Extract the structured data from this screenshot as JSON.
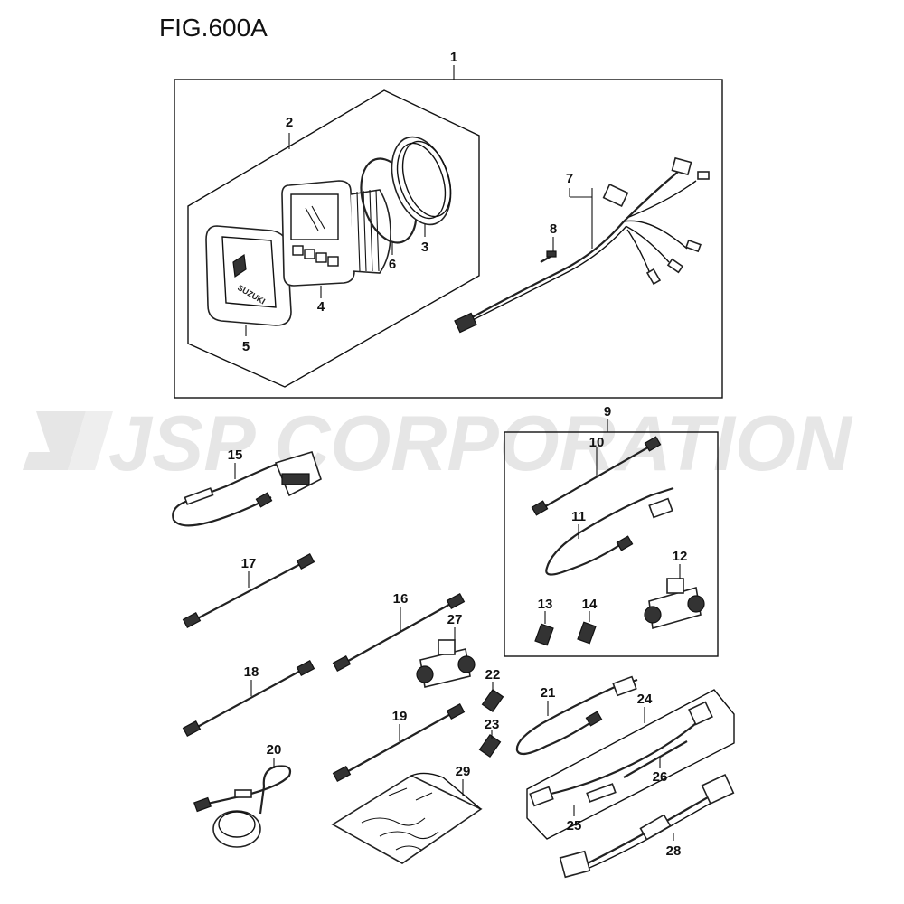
{
  "figure": {
    "title": "FIG.600A"
  },
  "watermark": {
    "text": "JSP CORPORATION"
  },
  "labels": {
    "p1": "1",
    "p2": "2",
    "p3": "3",
    "p4": "4",
    "p5": "5",
    "p6": "6",
    "p7": "7",
    "p8": "8",
    "p9": "9",
    "p10": "10",
    "p11": "11",
    "p12": "12",
    "p13": "13",
    "p14": "14",
    "p15": "15",
    "p16": "16",
    "p17": "17",
    "p18": "18",
    "p19": "19",
    "p20": "20",
    "p21": "21",
    "p22": "22",
    "p23": "23",
    "p24": "24",
    "p25": "25",
    "p26": "26",
    "p27": "27",
    "p28": "28",
    "p29": "29"
  }
}
